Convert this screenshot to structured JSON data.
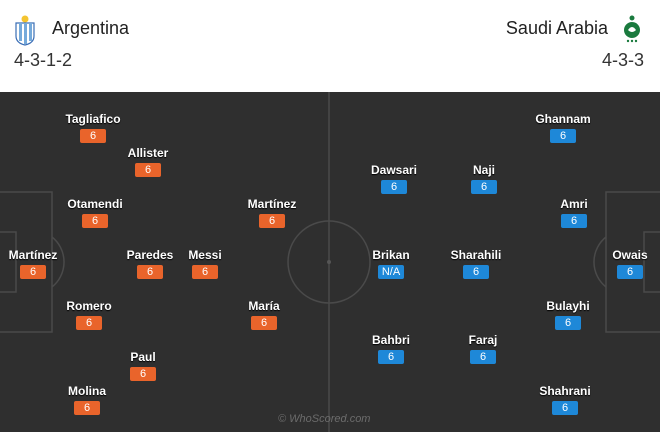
{
  "home": {
    "name": "Argentina",
    "formation": "4-3-1-2",
    "color": "#e9642b"
  },
  "away": {
    "name": "Saudi Arabia",
    "formation": "4-3-3",
    "color": "#1e88d8"
  },
  "home_players": [
    {
      "name": "Tagliafico",
      "rating": "6"
    },
    {
      "name": "Allister",
      "rating": "6"
    },
    {
      "name": "Otamendi",
      "rating": "6"
    },
    {
      "name": "Martínez",
      "rating": "6"
    },
    {
      "name": "Martínez",
      "rating": "6"
    },
    {
      "name": "Paredes",
      "rating": "6"
    },
    {
      "name": "Messi",
      "rating": "6"
    },
    {
      "name": "Romero",
      "rating": "6"
    },
    {
      "name": "María",
      "rating": "6"
    },
    {
      "name": "Paul",
      "rating": "6"
    },
    {
      "name": "Molina",
      "rating": "6"
    }
  ],
  "away_players": [
    {
      "name": "Ghannam",
      "rating": "6"
    },
    {
      "name": "Dawsari",
      "rating": "6"
    },
    {
      "name": "Naji",
      "rating": "6"
    },
    {
      "name": "Amri",
      "rating": "6"
    },
    {
      "name": "Brikan",
      "rating": "N/A"
    },
    {
      "name": "Sharahili",
      "rating": "6"
    },
    {
      "name": "Owais",
      "rating": "6"
    },
    {
      "name": "Bulayhi",
      "rating": "6"
    },
    {
      "name": "Bahbri",
      "rating": "6"
    },
    {
      "name": "Faraj",
      "rating": "6"
    },
    {
      "name": "Shahrani",
      "rating": "6"
    }
  ],
  "watermark": "© WhoScored.com",
  "icons": {
    "home_crest": "argentina-crest-icon",
    "away_crest": "saudi-arabia-crest-icon"
  }
}
